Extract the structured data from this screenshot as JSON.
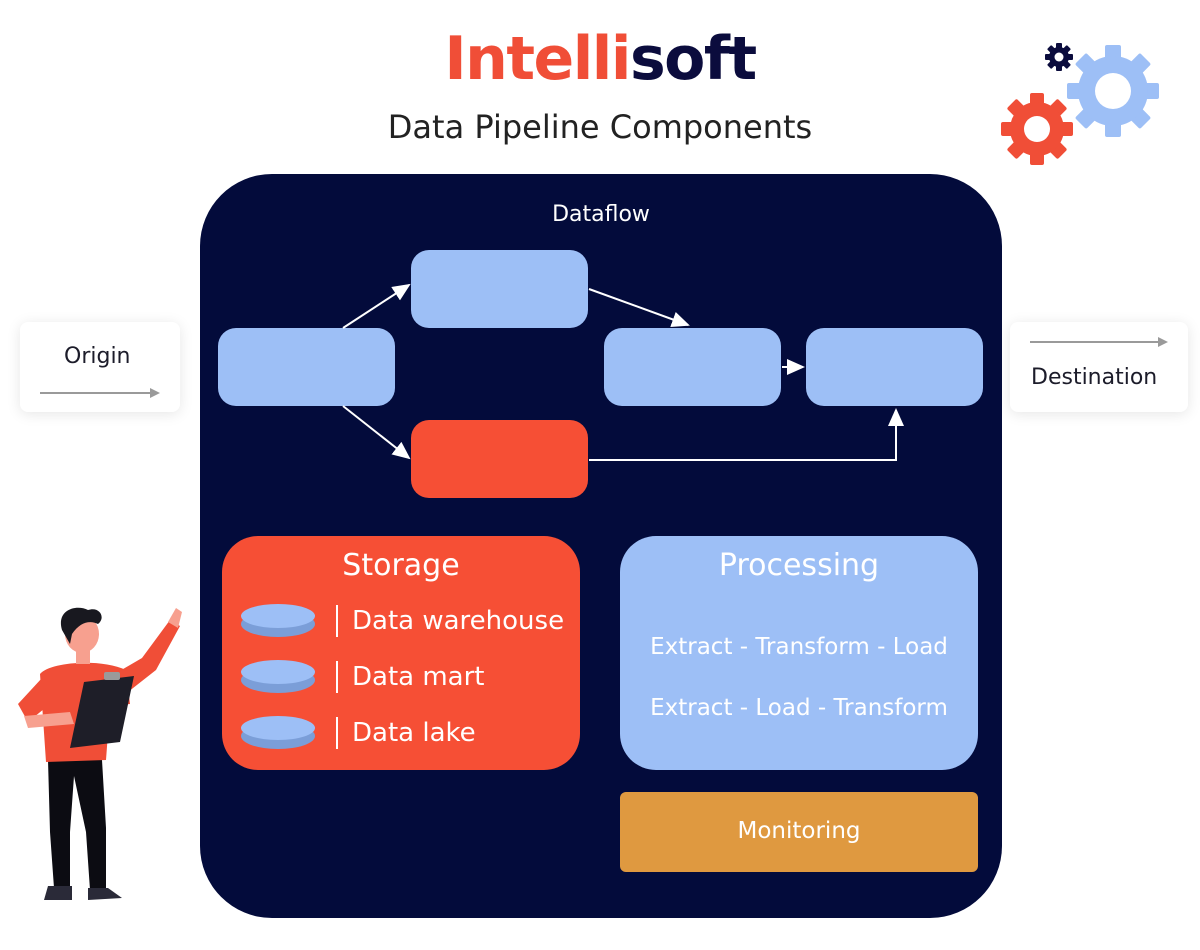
{
  "header": {
    "logo_part1": "Intelli",
    "logo_part2": "soft",
    "subtitle": "Data Pipeline Components"
  },
  "dataflow": {
    "label": "Dataflow"
  },
  "origin": {
    "label": "Origin"
  },
  "destination": {
    "label": "Destination"
  },
  "storage": {
    "title": "Storage",
    "items": [
      {
        "label": "Data warehouse"
      },
      {
        "label": "Data mart"
      },
      {
        "label": "Data lake"
      }
    ]
  },
  "processing": {
    "title": "Processing",
    "methods": [
      "Extract - Transform - Load",
      "Extract - Load - Transform"
    ]
  },
  "monitoring": {
    "label": "Monitoring"
  },
  "colors": {
    "brand_red": "#f04e37",
    "brand_navy": "#0b0c3d",
    "panel_navy": "#030b3b",
    "flow_blue": "#9dbff6",
    "flow_red": "#f64f35",
    "monitoring_orange": "#df9940",
    "gear_blue": "#9dbff6",
    "gear_red": "#f04e37"
  }
}
